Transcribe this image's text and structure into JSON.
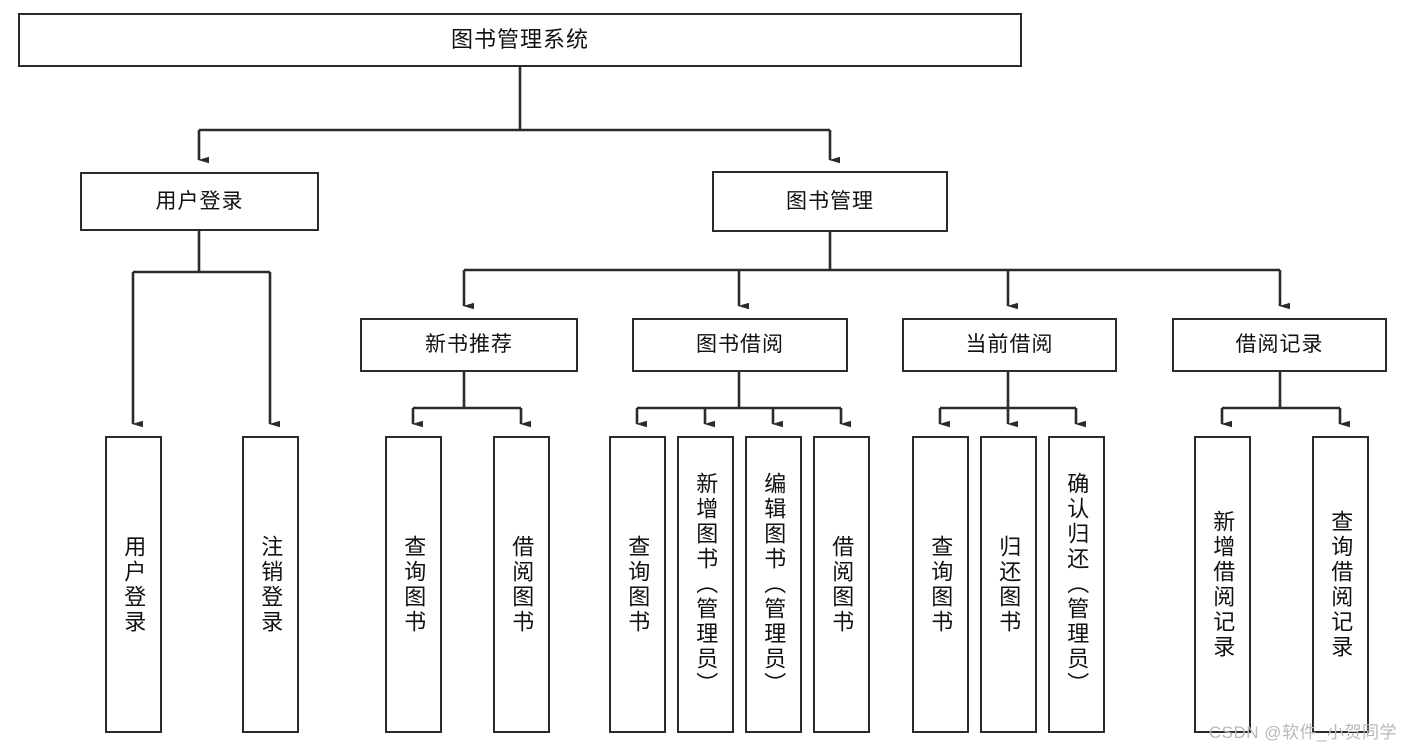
{
  "diagram": {
    "title": "图书管理系统",
    "type": "tree-hierarchy",
    "watermark": "CSDN @软件_小贺同学",
    "root": {
      "id": "root",
      "label": "图书管理系统"
    },
    "level2": [
      {
        "id": "user-login",
        "label": "用户登录"
      },
      {
        "id": "book-manage",
        "label": "图书管理"
      }
    ],
    "level3": [
      {
        "id": "new-book-rec",
        "label": "新书推荐",
        "parent": "book-manage"
      },
      {
        "id": "book-borrow",
        "label": "图书借阅",
        "parent": "book-manage"
      },
      {
        "id": "current-borrow",
        "label": "当前借阅",
        "parent": "book-manage"
      },
      {
        "id": "borrow-record",
        "label": "借阅记录",
        "parent": "book-manage"
      }
    ],
    "leaves": [
      {
        "id": "leaf-1",
        "label": "用户登录",
        "parent": "user-login"
      },
      {
        "id": "leaf-2",
        "label": "注销登录",
        "parent": "user-login"
      },
      {
        "id": "leaf-3",
        "label": "查询图书",
        "parent": "new-book-rec"
      },
      {
        "id": "leaf-4",
        "label": "借阅图书",
        "parent": "new-book-rec"
      },
      {
        "id": "leaf-5",
        "label": "查询图书",
        "parent": "book-borrow"
      },
      {
        "id": "leaf-6",
        "label": "新增图书（管理员）",
        "parent": "book-borrow"
      },
      {
        "id": "leaf-7",
        "label": "编辑图书（管理员）",
        "parent": "book-borrow"
      },
      {
        "id": "leaf-8",
        "label": "借阅图书",
        "parent": "book-borrow"
      },
      {
        "id": "leaf-9",
        "label": "查询图书",
        "parent": "current-borrow"
      },
      {
        "id": "leaf-10",
        "label": "归还图书",
        "parent": "current-borrow"
      },
      {
        "id": "leaf-11",
        "label": "确认归还（管理员）",
        "parent": "current-borrow"
      },
      {
        "id": "leaf-12",
        "label": "新增借阅记录",
        "parent": "borrow-record"
      },
      {
        "id": "leaf-13",
        "label": "查询借阅记录",
        "parent": "borrow-record"
      }
    ],
    "colors": {
      "border": "#2b2b2b",
      "background": "#ffffff",
      "text": "#111111",
      "connector": "#2b2b2b",
      "watermark": "#b9b9b9"
    }
  }
}
